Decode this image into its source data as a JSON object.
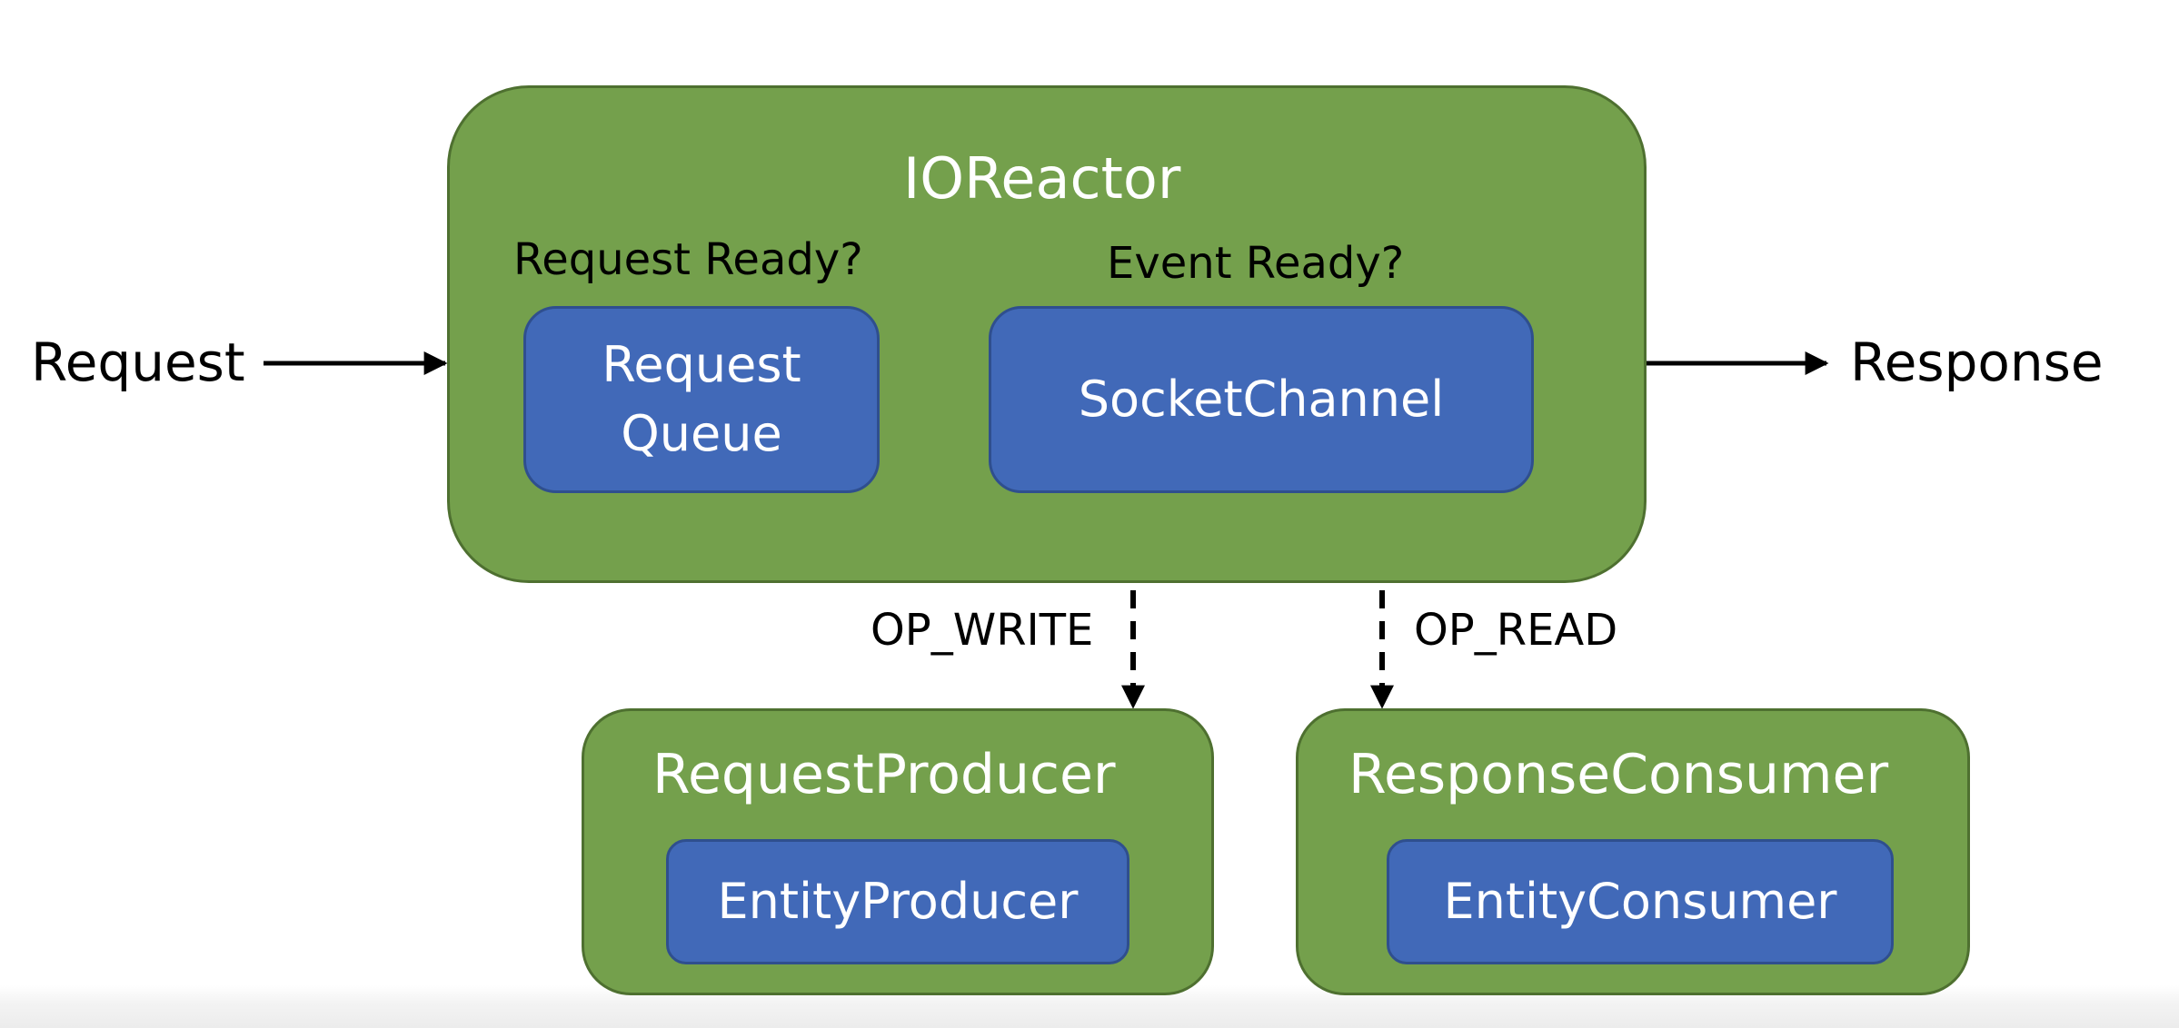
{
  "diagram": {
    "input_label": "Request",
    "output_label": "Response",
    "ioreactor": {
      "title": "IOReactor",
      "request_ready_label": "Request Ready?",
      "event_ready_label": "Event Ready?",
      "request_queue_line1": "Request",
      "request_queue_line2": "Queue",
      "socket_channel": "SocketChannel"
    },
    "op_write_label": "OP_WRITE",
    "op_read_label": "OP_READ",
    "request_producer": {
      "title": "RequestProducer",
      "entity": "EntityProducer"
    },
    "response_consumer": {
      "title": "ResponseConsumer",
      "entity": "EntityConsumer"
    },
    "colors": {
      "container_green": "#74a04c",
      "component_blue": "#4169b8",
      "arrow": "#000000"
    }
  }
}
